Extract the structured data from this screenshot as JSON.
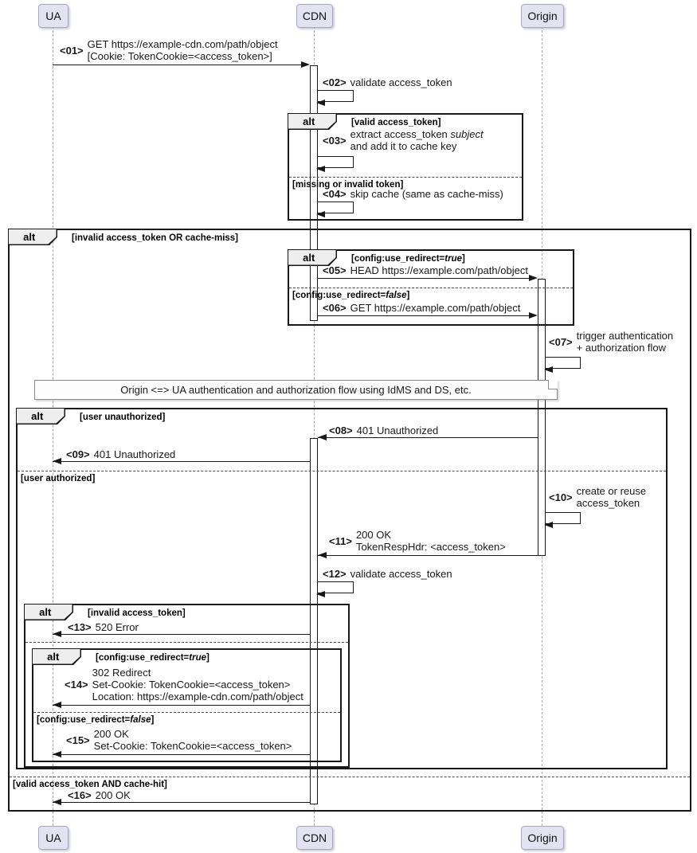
{
  "participants": {
    "ua": "UA",
    "cdn": "CDN",
    "origin": "Origin"
  },
  "frames": {
    "token_check": {
      "keyword": "alt",
      "guard": "[valid access_token]",
      "divider": "[missing or invalid token]"
    },
    "outer": {
      "keyword": "alt",
      "guard": "[invalid access_token OR cache-miss]",
      "divider": "[valid access_token AND cache-hit]"
    },
    "redirect_fetch": {
      "keyword": "alt",
      "guard_pre": "[config:use_redirect=",
      "guard_true": "true",
      "bracket": "]",
      "divider_pre": "[config:use_redirect=",
      "divider_false": "false"
    },
    "auth_result": {
      "keyword": "alt",
      "guard": "[user unauthorized]",
      "divider": "[user authorized]"
    },
    "token_validation": {
      "keyword": "alt",
      "guard": "[invalid access_token]"
    },
    "redirect_response": {
      "keyword": "alt",
      "guard_pre": "[config:use_redirect=",
      "guard_true": "true",
      "bracket": "]",
      "divider_pre": "[config:use_redirect=",
      "divider_false": "false"
    }
  },
  "note": {
    "text": "Origin <=> UA authentication and authorization flow using IdMS and DS, etc."
  },
  "messages": {
    "m01": {
      "num": "<01>",
      "lines": [
        "GET https://example-cdn.com/path/object",
        "[Cookie: TokenCookie=<access_token>]"
      ]
    },
    "m02": {
      "num": "<02>",
      "lines": [
        "validate access_token"
      ]
    },
    "m03": {
      "num": "<03>",
      "line1_pre": "extract access_token ",
      "line1_italic": "subject",
      "line2": "and add it to cache key"
    },
    "m04": {
      "num": "<04>",
      "lines": [
        "skip cache (same as cache-miss)"
      ]
    },
    "m05": {
      "num": "<05>",
      "lines": [
        "HEAD https://example.com/path/object"
      ]
    },
    "m06": {
      "num": "<06>",
      "lines": [
        "GET https://example.com/path/object"
      ]
    },
    "m07": {
      "num": "<07>",
      "lines": [
        "trigger authentication",
        "+ authorization flow"
      ]
    },
    "m08": {
      "num": "<08>",
      "lines": [
        "401 Unauthorized"
      ]
    },
    "m09": {
      "num": "<09>",
      "lines": [
        "401 Unauthorized"
      ]
    },
    "m10": {
      "num": "<10>",
      "lines": [
        "create or reuse",
        "access_token"
      ]
    },
    "m11": {
      "num": "<11>",
      "lines": [
        "200 OK",
        "TokenRespHdr: <access_token>"
      ]
    },
    "m12": {
      "num": "<12>",
      "lines": [
        "validate access_token"
      ]
    },
    "m13": {
      "num": "<13>",
      "lines": [
        "520 Error"
      ]
    },
    "m14": {
      "num": "<14>",
      "lines": [
        "302 Redirect",
        "Set-Cookie: TokenCookie=<access_token>",
        "Location: https://example-cdn.com/path/object"
      ]
    },
    "m15": {
      "num": "<15>",
      "lines": [
        "200 OK",
        "Set-Cookie: TokenCookie=<access_token>"
      ]
    },
    "m16": {
      "num": "<16>",
      "lines": [
        "200 OK"
      ]
    }
  },
  "colors": {
    "participant_fill": "#E2E2F0",
    "participant_border": "#A6A6C4",
    "frame_border": "#181818",
    "frame_label_fill": "#EEEEEE",
    "lifeline": "#A8A8A8",
    "arrow": "#181818"
  }
}
